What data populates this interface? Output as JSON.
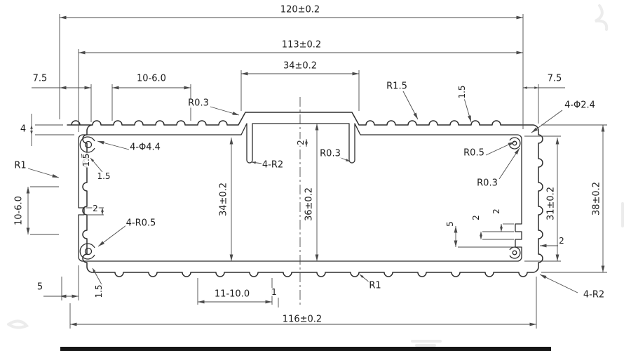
{
  "drawing": {
    "type": "technical-drawing",
    "description": "Aluminum extrusion enclosure profile cross-section with dimensions",
    "line_color": "#2e2e2e",
    "dim_color": "#4a4a4a",
    "labels": {
      "dim_120": "120±0.2",
      "dim_113": "113±0.2",
      "dim_34_top": "34±0.2",
      "dim_7_5_left": "7.5",
      "dim_10_6_top": "10-6.0",
      "r_1_5": "R1.5",
      "dim_1_5_top_right": "1.5",
      "dim_7_5_right": "7.5",
      "r_0_3_top": "R0.3",
      "dia_2_4": "4-Φ2.4",
      "dim_4_left": "4",
      "dia_4_4": "4-Φ4.4",
      "dim_1_5_boss_a": "1.5",
      "dim_1_5_boss_b": "1.5",
      "r_2_fins": "4-R2",
      "dim_2_center": "2",
      "r_0_3_center": "R0.3",
      "r_0_5_right": "R0.5",
      "r_0_3_right": "R0.3",
      "r_1_left": "R1",
      "dim_h34": "34±0.2",
      "dim_h36": "36±0.2",
      "dim_h31": "31±0.2",
      "dim_h38": "38±0.2",
      "dim_10_6_left": "10-6.0",
      "dim_2_left": "2",
      "r_0_5_bottom_left": "4-R0.5",
      "dim_5_right": "5",
      "dim_2_right_a": "2",
      "dim_2_right_b": "2",
      "dim_2_right_wall": "2",
      "dim_5_bottom_left": "5",
      "dim_1_5_bottom": "1.5",
      "dim_11_10": "11-10.0",
      "dim_1_bottom": "1",
      "r_1_bottom": "R1",
      "r_2_bottom_right": "4-R2",
      "dim_116": "116±0.2"
    }
  }
}
